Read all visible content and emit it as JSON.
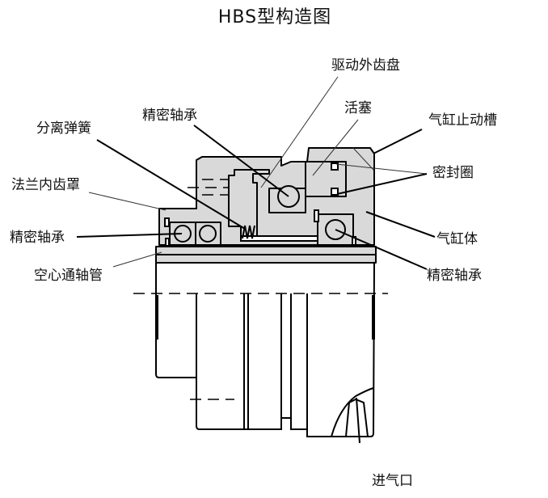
{
  "title": "HBS型构造图",
  "labels": {
    "drive_outer_gear_disc": "驱动外齿盘",
    "precision_bearing_top": "精密轴承",
    "piston": "活塞",
    "cylinder_stop_groove": "气缸止动槽",
    "release_spring": "分离弹簧",
    "seal_ring": "密封圈",
    "flange_inner_gear_cover": "法兰内齿罩",
    "precision_bearing_left": "精密轴承",
    "cylinder_body": "气缸体",
    "hollow_shaft_tube": "空心通轴管",
    "precision_bearing_right": "精密轴承",
    "air_inlet": "进气口"
  },
  "colors": {
    "part_fill": "#d9d9d9",
    "line": "#000000"
  }
}
